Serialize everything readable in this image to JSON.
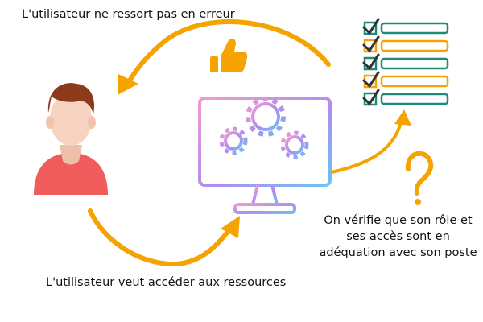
{
  "labels": {
    "top": "L'utilisateur ne ressort pas en erreur",
    "bottom": "L'utilisateur veut accéder aux ressources",
    "right": "On vérifie que son rôle et ses accès sont en adéquation avec son poste"
  },
  "colors": {
    "arrow": "#f5a300",
    "checklist_green": "#1f8a78",
    "checklist_orange": "#f5a300",
    "user_shirt": "#f05b5b",
    "user_hair": "#8b3a1a",
    "skin": "#f7d3c1",
    "monitor_gradient_start": "#f29ad0",
    "monitor_gradient_end": "#6ec1f0"
  },
  "icons": [
    "user-avatar-icon",
    "thumbs-up-icon",
    "monitor-gears-icon",
    "checklist-icon",
    "question-mark-icon"
  ]
}
